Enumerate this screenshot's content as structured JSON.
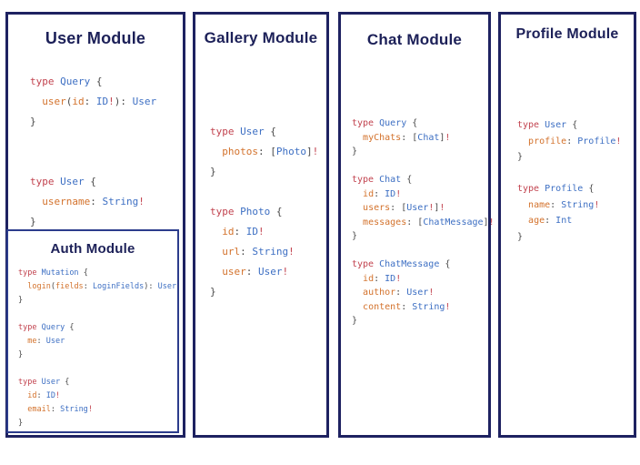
{
  "palette": {
    "border_dark": "#1e2261",
    "border_auth": "#2c3c8c",
    "heading": "#1c2058",
    "code_keyword": "#c2434f",
    "code_type": "#3d6fc3",
    "code_field": "#d3722c",
    "code_punct": "#4a4a4a",
    "code_bang": "#c2434f",
    "background": "#ffffff"
  },
  "modules": {
    "user": {
      "title": "User Module",
      "code": [
        "type Query {",
        "  user(id: ID!): User",
        "}",
        "",
        "",
        "type User {",
        "  username: String!",
        "}"
      ]
    },
    "auth": {
      "title": "Auth Module",
      "code": [
        "type Mutation {",
        "  login(fields: LoginFields): User",
        "}",
        "",
        "type Query {",
        "  me: User",
        "}",
        "",
        "type User {",
        "  id: ID!",
        "  email: String!",
        "}"
      ]
    },
    "gallery": {
      "title": "Gallery Module",
      "code": [
        "type User {",
        "  photos: [Photo]!",
        "}",
        "",
        "type Photo {",
        "  id: ID!",
        "  url: String!",
        "  user: User!",
        "}"
      ]
    },
    "chat": {
      "title": "Chat Module",
      "code": [
        "type Query {",
        "  myChats: [Chat]!",
        "}",
        "",
        "type Chat {",
        "  id: ID!",
        "  users: [User!]!",
        "  messages: [ChatMessage]!",
        "}",
        "",
        "type ChatMessage {",
        "  id: ID!",
        "  author: User!",
        "  content: String!",
        "}"
      ]
    },
    "profile": {
      "title": "Profile Module",
      "code": [
        "type User {",
        "  profile: Profile!",
        "}",
        "",
        "type Profile {",
        "  name: String!",
        "  age: Int",
        "}"
      ]
    }
  }
}
